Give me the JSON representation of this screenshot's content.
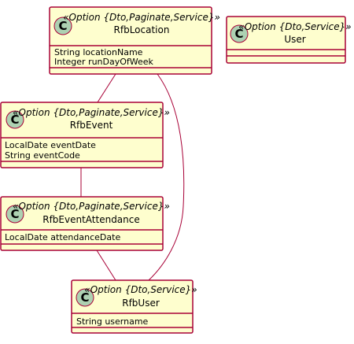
{
  "colors": {
    "class_fill": "#FEFECE",
    "class_border": "#A80036",
    "circle_fill": "#ADD1B2",
    "edge": "#A80036"
  },
  "classes": [
    {
      "id": "rfblocation",
      "circle_letter": "C",
      "stereotype": "«Option {Dto,Paginate,Service}»",
      "name": "RfbLocation",
      "attributes": [
        "String locationName",
        "Integer runDayOfWeek"
      ]
    },
    {
      "id": "user",
      "circle_letter": "C",
      "stereotype": "«Option {Dto,Service}»",
      "name": "User",
      "attributes": []
    },
    {
      "id": "rfbevent",
      "circle_letter": "C",
      "stereotype": "«Option {Dto,Paginate,Service}»",
      "name": "RfbEvent",
      "attributes": [
        "LocalDate eventDate",
        "String eventCode"
      ]
    },
    {
      "id": "rfbeventattendance",
      "circle_letter": "C",
      "stereotype": "«Option {Dto,Paginate,Service}»",
      "name": "RfbEventAttendance",
      "attributes": [
        "LocalDate attendanceDate"
      ]
    },
    {
      "id": "rfbuser",
      "circle_letter": "C",
      "stereotype": "«Option {Dto,Service}»",
      "name": "RfbUser",
      "attributes": [
        "String username"
      ]
    }
  ],
  "relations": [
    {
      "from": "rfblocation",
      "to": "rfbevent"
    },
    {
      "from": "rfbevent",
      "to": "rfbeventattendance"
    },
    {
      "from": "rfbeventattendance",
      "to": "rfbuser"
    },
    {
      "from": "rfblocation",
      "to": "rfbuser"
    }
  ]
}
